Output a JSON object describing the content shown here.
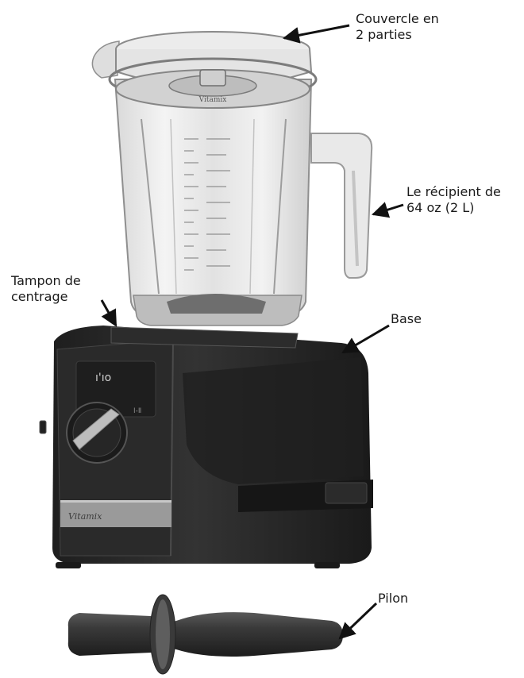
{
  "labels": {
    "lid": {
      "line1": "Couvercle en",
      "line2": "2 parties"
    },
    "container": {
      "line1": "Le récipient de",
      "line2": "64 oz (2 L)"
    },
    "pad": {
      "line1": "Tampon de",
      "line2": "centrage"
    },
    "base": {
      "line1": "Base"
    },
    "tamper": {
      "line1": "Pilon"
    }
  },
  "device_text": {
    "container_brand": "Vitamix",
    "base_brand": "Vitamix"
  }
}
